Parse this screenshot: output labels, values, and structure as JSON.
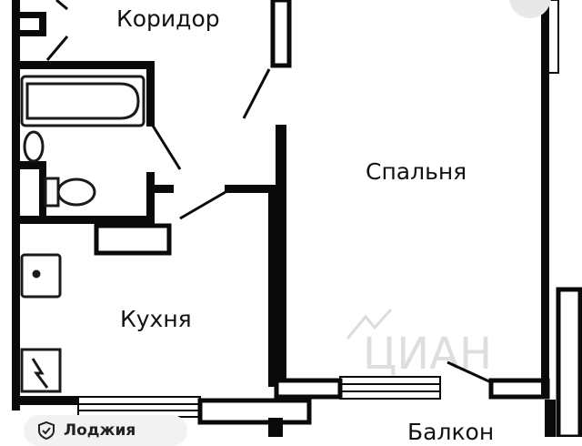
{
  "rooms": {
    "corridor": "Коридор",
    "bedroom": "Спальня",
    "kitchen": "Кухня",
    "balcony": "Балкон"
  },
  "badge": {
    "label": "Лоджия",
    "icon": "shield-icon"
  },
  "watermark": {
    "text": "ЦИАН"
  },
  "colors": {
    "wall": "#0a0a0a",
    "fixture": "#1a1a1a",
    "watermark": "#d9d9d9",
    "badge_bg": "#f2f2f2"
  }
}
